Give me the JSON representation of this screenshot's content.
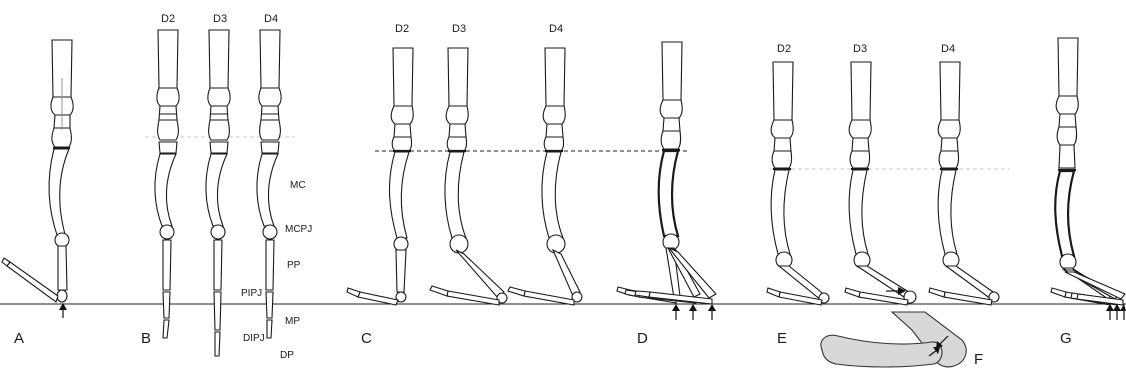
{
  "panels": {
    "A": "A",
    "B": "B",
    "C": "C",
    "D": "D",
    "E": "E",
    "F": "F",
    "G": "G"
  },
  "digits": {
    "b": [
      "D2",
      "D3",
      "D4"
    ],
    "c": [
      "D2",
      "D3",
      "D4"
    ],
    "e": [
      "D2",
      "D3",
      "D4"
    ]
  },
  "anatomy": {
    "mc": "MC",
    "mcpj": "MCPJ",
    "pp": "PP",
    "pipj": "PIPJ",
    "mp": "MP",
    "dipj": "DIPJ",
    "dp": "DP"
  },
  "colors": {
    "ink": "#1a1a1a",
    "inset_fill": "#d8d8d8",
    "background": "#ffffff"
  }
}
